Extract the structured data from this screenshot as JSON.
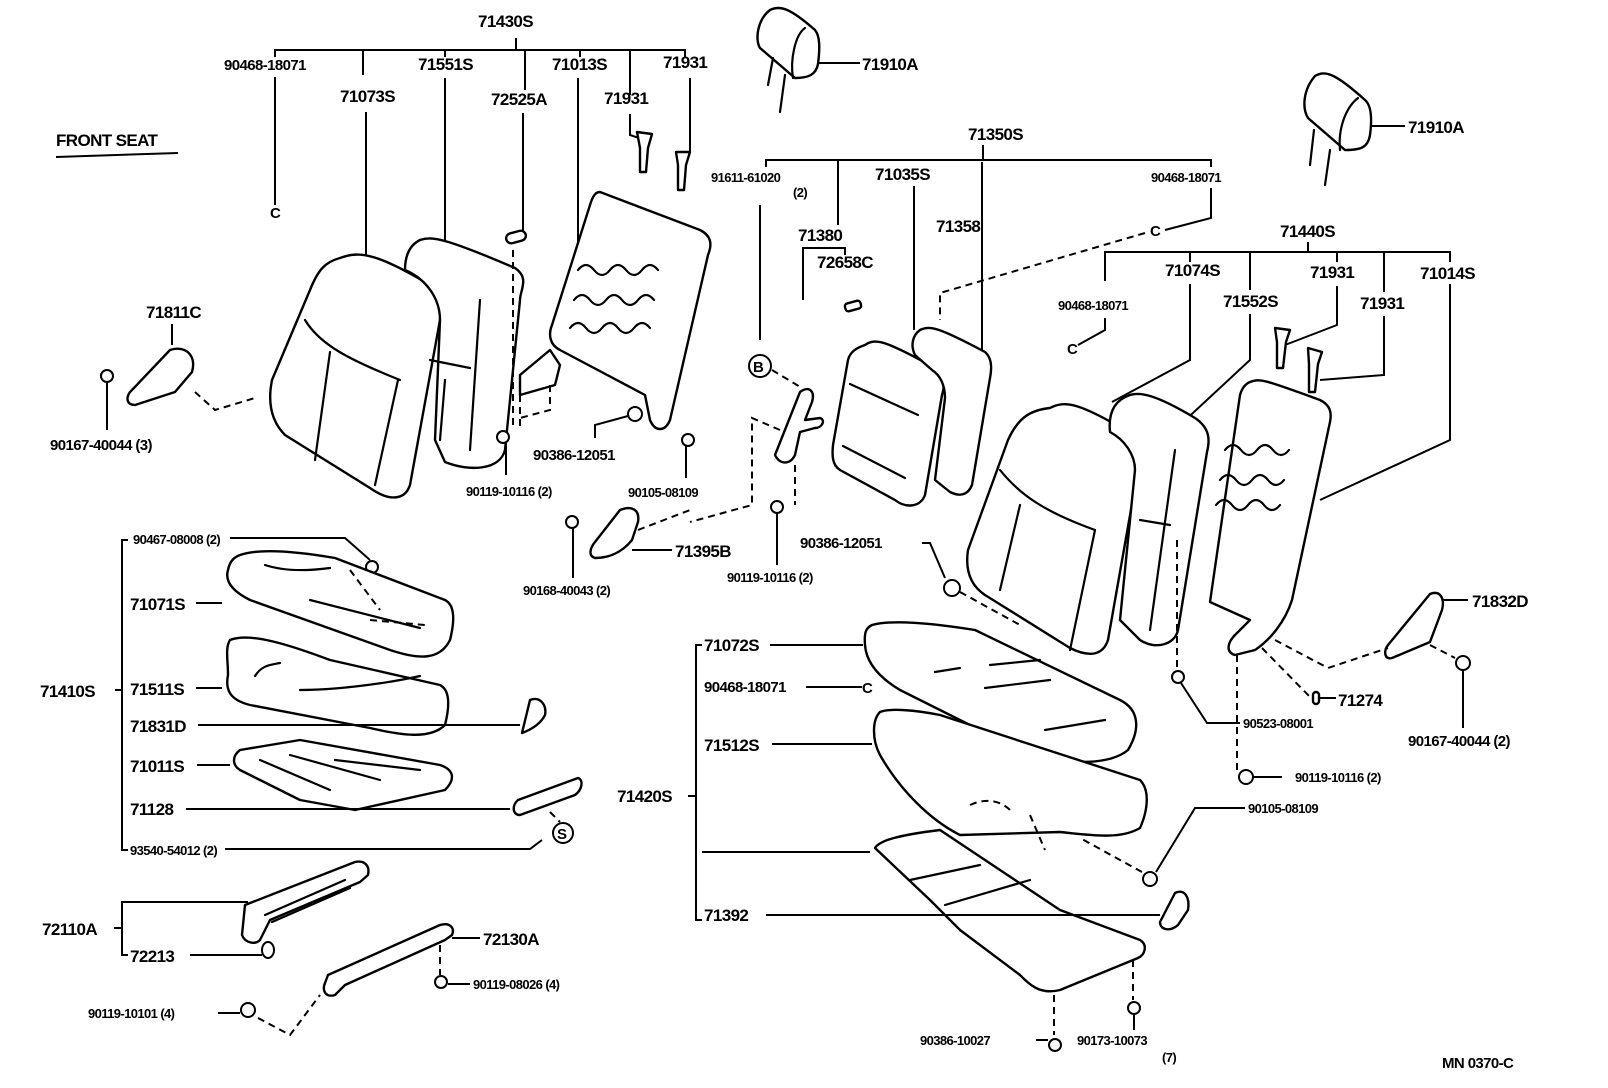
{
  "diagram": {
    "title": "FRONT SEAT",
    "code": "MN 0370-C",
    "callouts": {
      "b": "B",
      "s": "S",
      "c": "C"
    },
    "driver_back_group": {
      "assembly": "71430S",
      "items": [
        "90468-18071",
        "71073S",
        "71551S",
        "72525A",
        "71013S",
        "71931",
        "71931"
      ]
    },
    "passenger_back_group": {
      "assembly": "71350S",
      "items": [
        "91611-61020",
        "(2)",
        "71380",
        "72658C",
        "71035S",
        "71358",
        "90468-18071"
      ]
    },
    "rear_back_group": {
      "assembly": "71440S",
      "items": [
        "90468-18071",
        "71074S",
        "71552S",
        "71931",
        "71931",
        "71014S"
      ]
    },
    "headrests": [
      "71910A",
      "71910A"
    ],
    "left_hardware": [
      "71811C",
      "90167-40044 (3)",
      "90386-12051",
      "90119-10116 (2)",
      "90105-08109"
    ],
    "center_hardware": [
      "90119-10116 (2)",
      "90168-40043 (2)",
      "71395B",
      "90386-12051"
    ],
    "driver_cushion_group": {
      "assembly": "71410S",
      "items": [
        "90467-08008 (2)",
        "71071S",
        "71511S",
        "71831D",
        "71011S",
        "71128",
        "93540-54012 (2)"
      ]
    },
    "rails": [
      "72110A",
      "72213",
      "72130A",
      "90119-08026 (4)",
      "90119-10101 (4)"
    ],
    "passenger_cushion_group": {
      "assembly": "71420S",
      "items": [
        "71072S",
        "90468-18071",
        "71512S",
        "71392"
      ]
    },
    "right_hardware": [
      "71832D",
      "71274",
      "90523-08001",
      "90167-40044 (2)",
      "90119-10116 (2)",
      "90105-08109"
    ],
    "bottom_hardware": [
      "90386-10027",
      "90173-10073",
      "(7)"
    ]
  }
}
